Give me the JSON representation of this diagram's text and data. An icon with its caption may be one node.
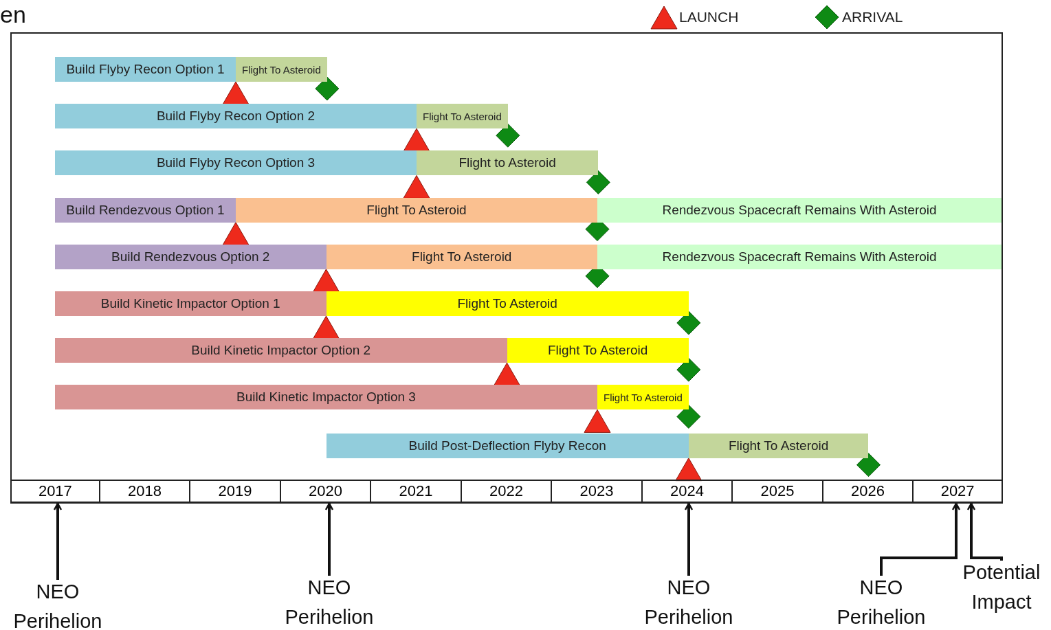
{
  "diagram": {
    "nodes": [
      {
        "text": [
          "Build Flyby Recon Option 1"
        ]
      },
      {
        "text": [
          "Flight To Asteroid"
        ]
      },
      {
        "text": [
          "Build Flyby Recon Option 2"
        ]
      },
      {
        "text": [
          "Flight To Asteroid"
        ]
      },
      {
        "text": [
          "Build Flyby Recon Option 3"
        ]
      },
      {
        "text": [
          "Flight to Asteroid"
        ]
      },
      {
        "text": [
          "Build Rendezvous Option 1"
        ]
      },
      {
        "text": [
          "Flight To Asteroid"
        ]
      },
      {
        "text": [
          "Rendezvous Spacecraft Remains With Asteroid"
        ]
      },
      {
        "text": [
          "Build Rendezvous Option 2"
        ]
      },
      {
        "text": [
          "Flight To Asteroid"
        ]
      },
      {
        "text": [
          "Rendezvous Spacecraft Remains With Asteroid"
        ]
      },
      {
        "text": [
          "Build Kinetic Impactor Option 1"
        ]
      },
      {
        "text": [
          "Flight To Asteroid"
        ]
      },
      {
        "text": [
          "Build Kinetic Impactor Option 2"
        ]
      },
      {
        "text": [
          "Flight To Asteroid"
        ]
      },
      {
        "text": [
          "Build Kinetic Impactor Option 3"
        ]
      },
      {
        "text": [
          "Flight To Asteroid"
        ]
      },
      {
        "text": [
          "Build Post-Deflection Flyby Recon"
        ]
      },
      {
        "text": [
          "Flight To Asteroid"
        ]
      },
      {
        "text": [
          "NEO Perihelion"
        ]
      },
      {
        "text": [
          "NEO Perihelion"
        ]
      },
      {
        "text": [
          "NEO Perihelion"
        ]
      },
      {
        "text": [
          "NEO Perihelion"
        ]
      },
      {
        "text": [
          "Potential Impact"
        ]
      },
      {
        "text": [
          "2017"
        ]
      },
      {
        "text": [
          "2018"
        ]
      },
      {
        "text": [
          "2019"
        ]
      },
      {
        "text": [
          "2020"
        ]
      },
      {
        "text": [
          "2021"
        ]
      },
      {
        "text": [
          "2022"
        ]
      },
      {
        "text": [
          "2023"
        ]
      },
      {
        "text": [
          "2024"
        ]
      },
      {
        "text": [
          "2025"
        ]
      },
      {
        "text": [
          "2026"
        ]
      },
      {
        "text": [
          "2027"
        ]
      }
    ],
    "edges": [
      {
        "from": 20,
        "to": 25,
        "arrow": "to"
      },
      {
        "from": 21,
        "to": 28,
        "arrow": "to"
      },
      {
        "from": 22,
        "to": 32,
        "arrow": "to"
      },
      {
        "from": 23,
        "to": 35,
        "arrow": "to"
      },
      {
        "from": 24,
        "to": 35,
        "arrow": "to"
      }
    ],
    "labels": [
      "en"
    ],
    "legend": [
      {
        "text": "LAUNCH"
      },
      {
        "text": "ARRIVAL"
      }
    ]
  }
}
